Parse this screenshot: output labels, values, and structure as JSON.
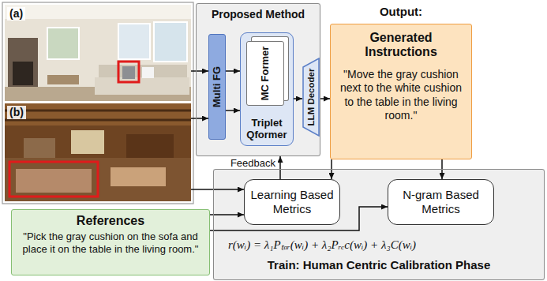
{
  "diagram": {
    "nodes": [
      {
        "text": [
          "(a)"
        ]
      },
      {
        "text": [
          "(b)"
        ]
      },
      {
        "text": [
          "Proposed Method"
        ]
      },
      {
        "text": [
          "Multi FG"
        ],
        "in": 2
      },
      {
        "text": [
          "Triplet Qformer"
        ],
        "in": 2
      },
      {
        "text": [
          "MC Former"
        ],
        "in": 4
      },
      {
        "text": [
          "LLM Decoder"
        ],
        "in": 2
      },
      {
        "text": [
          "Output:",
          "Generated Instructions",
          "\"Move the gray cushion next to the white cushion to the table in the living room.\""
        ]
      },
      {
        "text": [
          "r(wᵢ) = λ₁Pₜₐᵣ(wᵢ) + λ₂Pᵣₑc(wᵢ) + λ₃C(wᵢ)",
          "Train: Human Centric Calibration Phase"
        ]
      },
      {
        "text": [
          "Learning Based Metrics"
        ],
        "in": 8
      },
      {
        "text": [
          "N-gram Based Metrics"
        ],
        "in": 8
      },
      {
        "text": [
          "References",
          "\"Pick the gray cushion on the sofa and place it on the table in the living room.\""
        ]
      }
    ],
    "edges": [
      {
        "from": 0,
        "to": 3,
        "arrow": "to"
      },
      {
        "from": 1,
        "to": 3,
        "arrow": "to"
      },
      {
        "from": 3,
        "to": 4,
        "arrow": "to"
      },
      {
        "from": 3,
        "to": 4,
        "arrow": "to"
      },
      {
        "from": 4,
        "to": 6,
        "arrow": "to"
      },
      {
        "from": 6,
        "to": 7,
        "arrow": "to"
      },
      {
        "from": 7,
        "to": 9,
        "arrow": "to"
      },
      {
        "from": 7,
        "to": 10,
        "arrow": "to"
      },
      {
        "from": 1,
        "to": 9,
        "arrow": "to"
      },
      {
        "from": 11,
        "to": 9,
        "arrow": "to"
      },
      {
        "from": 11,
        "to": 10,
        "arrow": "to"
      },
      {
        "from": 9,
        "to": 2,
        "label": "Feedback",
        "arrow": "to"
      }
    ]
  }
}
